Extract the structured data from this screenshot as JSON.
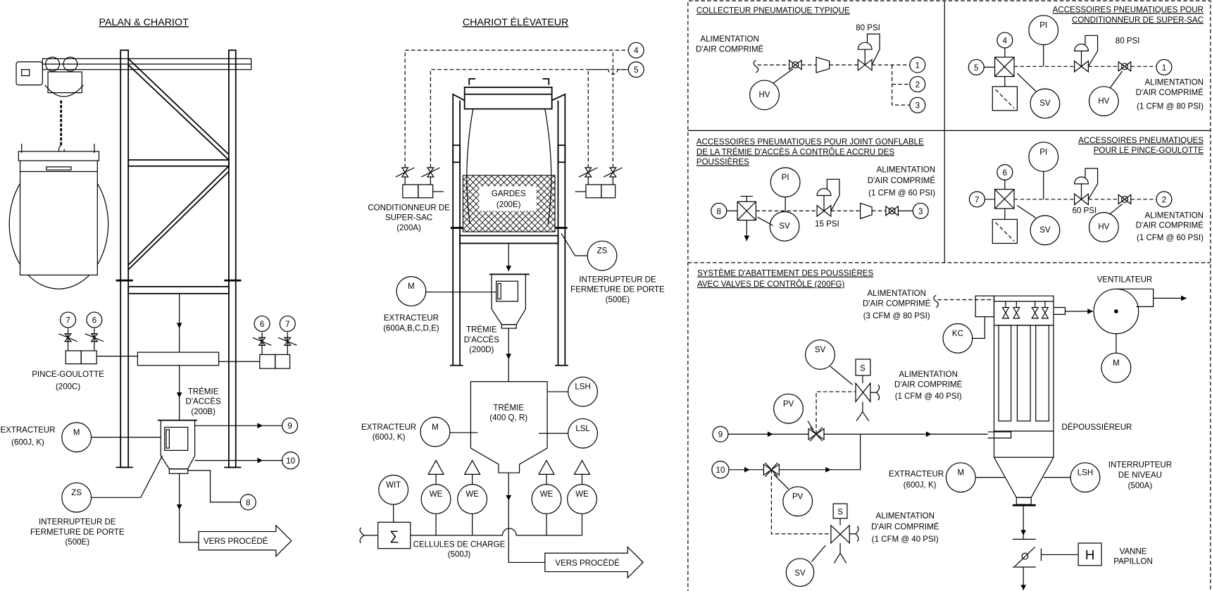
{
  "palan": {
    "title": "PALAN & CHARIOT",
    "pince_goulotte": [
      "PINCE-GOULOTTE",
      "(200C)"
    ],
    "tremie_acces": [
      "TRÉMIE",
      "D'ACCÈS",
      "(200B)"
    ],
    "extracteur": [
      "EXTRACTEUR",
      "(600J, K)"
    ],
    "interrupteur": [
      "INTERRUPTEUR DE",
      "FERMETURE DE PORTE",
      "(500E)"
    ],
    "vers_procede": "VERS PROCÉDÉ"
  },
  "chariot": {
    "title": "CHARIOT ÉLÉVATEUR",
    "conditionneur": [
      "CONDITIONNEUR DE",
      "SUPER-SAC",
      "(200A)"
    ],
    "gardes": [
      "GARDES",
      "(200E)"
    ],
    "interrupteur": [
      "INTERRUPTEUR DE",
      "FERMETURE DE PORTE",
      "(500E)"
    ],
    "extracteur_acces": [
      "EXTRACTEUR",
      "(600A,B,C,D,E)"
    ],
    "tremie_acces": [
      "TRÉMIE",
      "D'ACCÈS",
      "(200D)"
    ],
    "tremie": [
      "TRÉMIE",
      "(400 Q, R)"
    ],
    "extracteur": [
      "EXTRACTEUR",
      "(600J, K)"
    ],
    "cellules": [
      "CELLULES DE CHARGE",
      "(500J)"
    ],
    "sigma": "∑",
    "vers_procede": "VERS PROCÉDÉ"
  },
  "collecteur": {
    "title": "COLLECTEUR PNEUMATIQUE TYPIQUE",
    "alimentation": [
      "ALIMENTATION",
      "D'AIR COMPRIMÉ"
    ],
    "pressure": "80 PSI"
  },
  "super_sac": {
    "title": [
      "ACCESSOIRES PNEUMATIQUES POUR",
      "CONDITIONNEUR DE SUPER-SAC"
    ],
    "pressure": "80 PSI",
    "alimentation": [
      "ALIMENTATION",
      "D'AIR COMPRIMÉ",
      "(1 CFM @ 80 PSI)"
    ]
  },
  "joint": {
    "title": [
      "ACCESSOIRES PNEUMATIQUES POUR JOINT GONFLABLE",
      "DE LA TRÉMIE D'ACCÈS À CONTRÔLE ACCRU DES",
      "POUSSIÈRES"
    ],
    "pressure": "15 PSI",
    "alimentation": [
      "ALIMENTATION",
      "D'AIR COMPRIMÉ",
      "(1 CFM @ 60 PSI)"
    ]
  },
  "pince": {
    "title": [
      "ACCESSOIRES PNEUMATIQUES",
      "POUR LE PINCE-GOULOTTE"
    ],
    "pressure": "60 PSI",
    "alimentation": [
      "ALIMENTATION",
      "D'AIR COMPRIMÉ",
      "(1 CFM @ 60 PSI)"
    ]
  },
  "abattement": {
    "title": [
      "SYSTÈME D'ABATTEMENT DES POUSSIÈRES",
      "AVEC VALVES DE CONTRÔLE (200FG)"
    ],
    "alimentation_top": [
      "ALIMENTATION",
      "D'AIR COMPRIMÉ",
      "(3 CFM @ 80 PSI)"
    ],
    "alimentation_sv1": [
      "ALIMENTATION",
      "D'AIR COMPRIMÉ",
      "(1 CFM @ 40 PSI)"
    ],
    "alimentation_sv2": [
      "ALIMENTATION",
      "D'AIR COMPRIMÉ",
      "(1 CFM @ 40 PSI)"
    ],
    "ventilateur": "VENTILATEUR",
    "depoussiereur": "DÉPOUSSIÉREUR",
    "extracteur": [
      "EXTRACTEUR",
      "(600J, K)"
    ],
    "interrupteur": [
      "INTERRUPTEUR",
      "DE NIVEAU",
      "(500A)"
    ],
    "vanne": [
      "VANNE",
      "PAPILLON"
    ],
    "solenoid": "S",
    "handwheel": "H"
  },
  "tags": {
    "M": "M",
    "ZS": "ZS",
    "HV": "HV",
    "PI": "PI",
    "SV": "SV",
    "PV": "PV",
    "KC": "KC",
    "LSH": "LSH",
    "LSL": "LSL",
    "WE": "WE",
    "WIT": "WIT"
  },
  "connections": [
    "1",
    "2",
    "3",
    "4",
    "5",
    "6",
    "7",
    "8",
    "9",
    "10"
  ]
}
